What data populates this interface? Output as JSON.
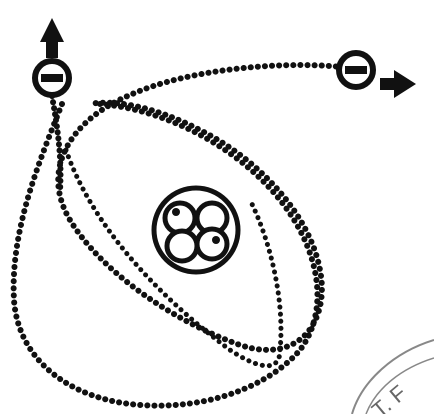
{
  "diagram": {
    "colors": {
      "ink": "#111111",
      "background": "#ffffff",
      "stamp": "#888888"
    },
    "nucleus": {
      "particles": [
        "proton",
        "neutron",
        "neutron",
        "proton"
      ]
    },
    "electrons": [
      {
        "symbol": "⊖",
        "charge": "negative",
        "arrow": "up-arrow-icon"
      },
      {
        "symbol": "⊖",
        "charge": "negative",
        "arrow": "right-arrow-icon"
      }
    ],
    "stamp": {
      "text": "T. F"
    }
  }
}
